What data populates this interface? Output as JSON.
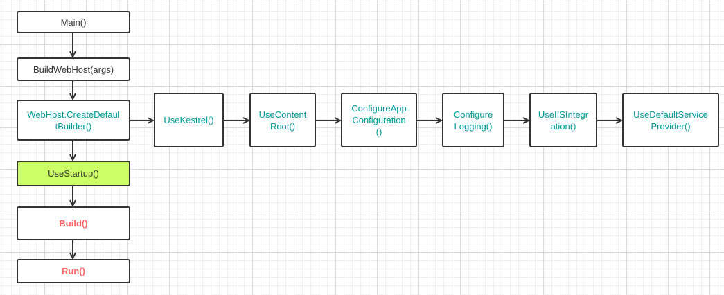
{
  "colors": {
    "stroke": "#333333",
    "teal_text": "#009999",
    "red_text": "#ff6666",
    "highlight_fill": "#ccff66"
  },
  "nodes": {
    "main": "Main()",
    "build_web_host": "BuildWebHost(args)",
    "create_default_builder": "WebHost.CreateDefaul\ntBuilder()",
    "use_startup": "UseStartup()",
    "build": "Build()",
    "run": "Run()",
    "use_kestrel": "UseKestrel()",
    "use_content_root": "UseContent\nRoot()",
    "configure_app_configuration": "ConfigureApp\nConfiguration\n()",
    "configure_logging": "Configure\nLogging()",
    "use_iis_integration": "UseIISIntegr\nation()",
    "use_default_service_provider": "UseDefaultService\nProvider()"
  }
}
